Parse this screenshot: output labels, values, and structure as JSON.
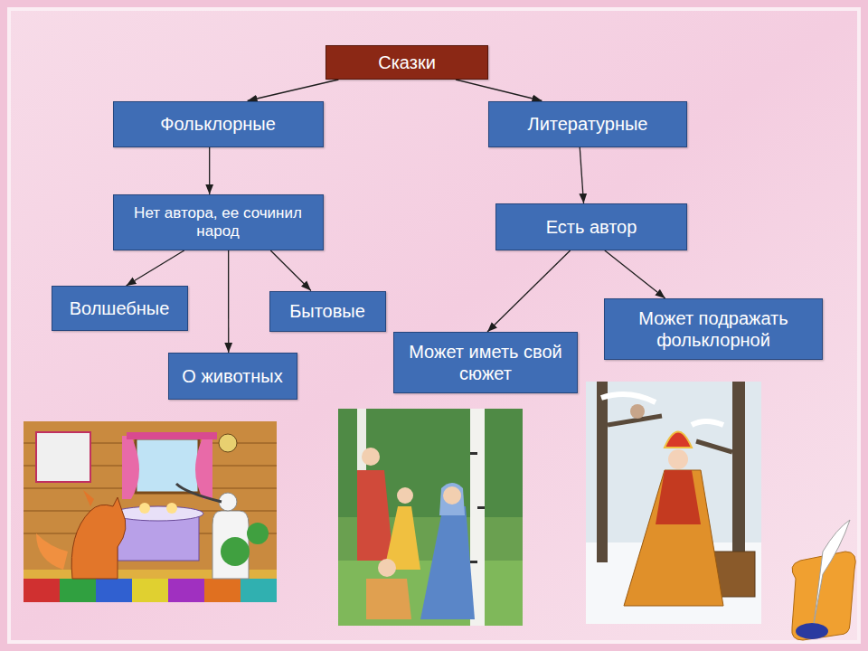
{
  "diagram": {
    "nodes": [
      {
        "text": [
          "Сказки"
        ]
      },
      {
        "text": [
          "Фольклорные"
        ]
      },
      {
        "text": [
          "Литературные"
        ]
      },
      {
        "text": [
          "Нет автора, ее сочинил народ"
        ]
      },
      {
        "text": [
          "Есть автор"
        ]
      },
      {
        "text": [
          "Волшебные"
        ]
      },
      {
        "text": [
          "Бытовые"
        ]
      },
      {
        "text": [
          "О животных"
        ]
      },
      {
        "text": [
          "Может иметь свой сюжет"
        ]
      },
      {
        "text": [
          "Может подражать фольклорной"
        ]
      }
    ],
    "edges": [
      {
        "from": 0,
        "to": 1,
        "arrow": "to"
      },
      {
        "from": 0,
        "to": 2,
        "arrow": "to"
      },
      {
        "from": 1,
        "to": 3,
        "arrow": "to"
      },
      {
        "from": 2,
        "to": 4,
        "arrow": "to"
      },
      {
        "from": 3,
        "to": 5,
        "arrow": "to"
      },
      {
        "from": 3,
        "to": 7,
        "arrow": "to"
      },
      {
        "from": 3,
        "to": 6,
        "arrow": "to"
      },
      {
        "from": 4,
        "to": 8,
        "arrow": "to"
      },
      {
        "from": 4,
        "to": 9,
        "arrow": "to"
      }
    ]
  }
}
